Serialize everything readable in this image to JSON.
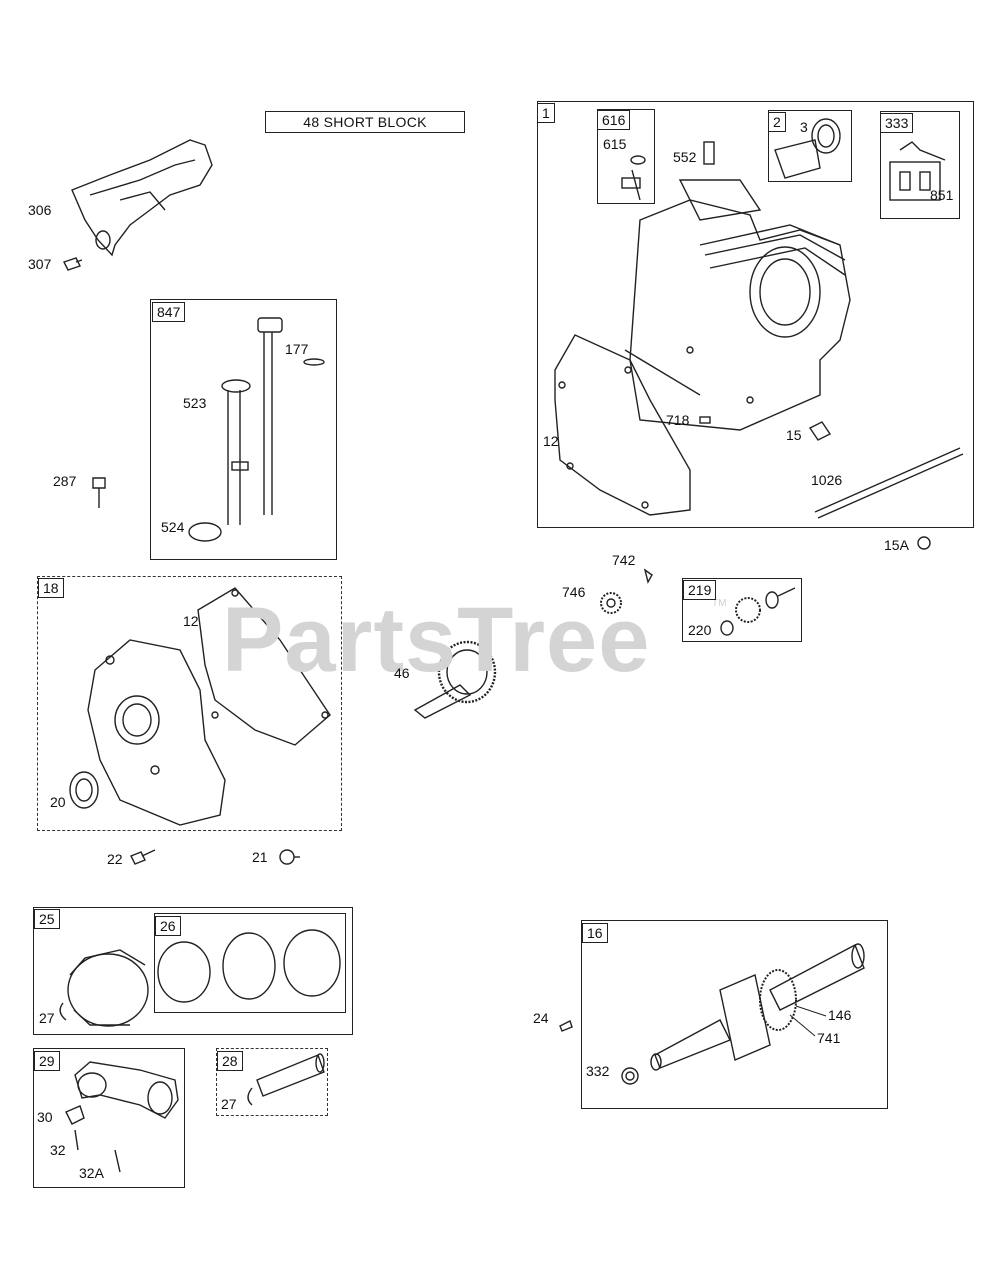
{
  "title": "48 SHORT BLOCK",
  "watermark": "PartsTree",
  "watermark_mark": "TM",
  "groups": {
    "g1": "1",
    "g616": "616",
    "g2": "2",
    "g333": "333",
    "g847": "847",
    "g18": "18",
    "g219": "219",
    "g25": "25",
    "g26": "26",
    "g29": "29",
    "g28": "28",
    "g16": "16"
  },
  "parts": {
    "p306": "306",
    "p307": "307",
    "p287": "287",
    "p177": "177",
    "p523": "523",
    "p524": "524",
    "p615": "615",
    "p552": "552",
    "p3": "3",
    "p851": "851",
    "p12a": "12",
    "p718": "718",
    "p15": "15",
    "p1026": "1026",
    "p15A": "15A",
    "p742": "742",
    "p746": "746",
    "p220": "220",
    "p46": "46",
    "p12b": "12",
    "p20": "20",
    "p22": "22",
    "p21": "21",
    "p27a": "27",
    "p30": "30",
    "p32": "32",
    "p32A": "32A",
    "p27b": "27",
    "p24": "24",
    "p146": "146",
    "p741": "741",
    "p332": "332"
  }
}
